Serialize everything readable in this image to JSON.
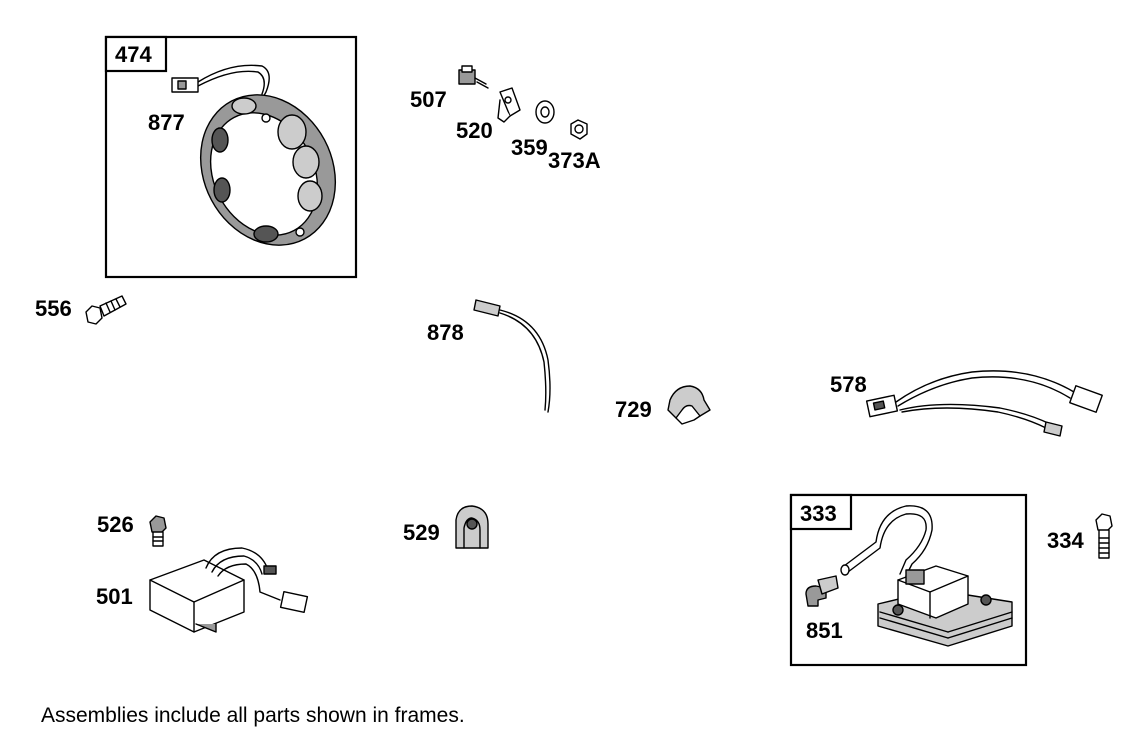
{
  "frames": [
    {
      "id": "frame-474",
      "label": "474"
    },
    {
      "id": "frame-333",
      "label": "333"
    }
  ],
  "labels": {
    "p877": "877",
    "p507": "507",
    "p520": "520",
    "p359": "359",
    "p373a": "373A",
    "p556": "556",
    "p878": "878",
    "p729": "729",
    "p578": "578",
    "p526": "526",
    "p501": "501",
    "p529": "529",
    "p851": "851",
    "p334": "334"
  },
  "footnote": "Assemblies include all parts shown in frames."
}
